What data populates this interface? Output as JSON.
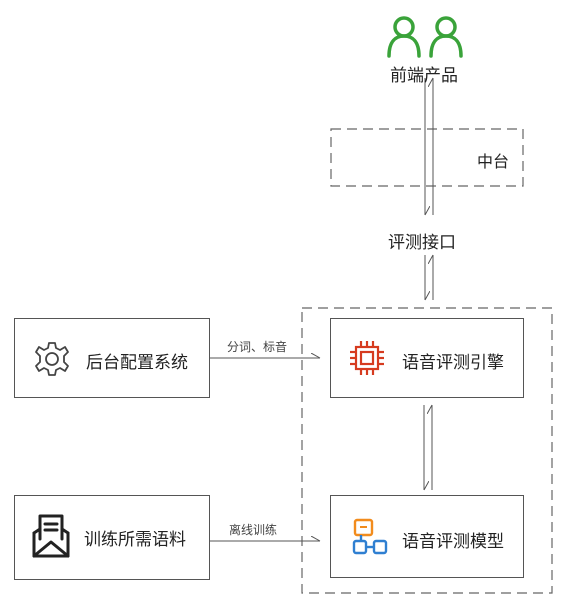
{
  "nodes": {
    "frontend": "前端产品",
    "middle": "中台",
    "api": "评测接口",
    "engine": "语音评测引擎",
    "model": "语音评测模型",
    "backend": "后台配置系统",
    "corpus": "训练所需语料"
  },
  "edges": {
    "backend_to_engine": "分词、标音",
    "corpus_to_model": "离线训练"
  },
  "colors": {
    "users_icon": "#3aa33a",
    "chip_icon": "#d63b1f",
    "model_icon_top": "#f28c1d",
    "model_icon_bottom": "#2f7fd1"
  },
  "icons": {
    "frontend": "users-icon",
    "backend": "gear-icon",
    "corpus": "envelope-icon",
    "engine": "chip-icon",
    "model": "model-blocks-icon"
  }
}
